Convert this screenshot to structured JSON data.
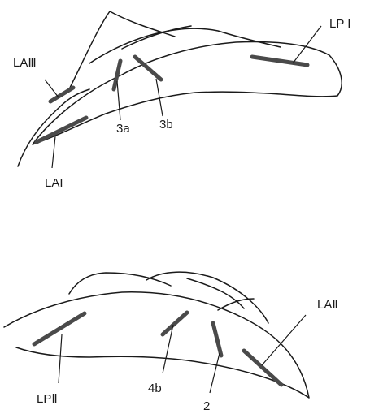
{
  "figure": {
    "top_labels": {
      "la_iii": "LAⅢ",
      "lp_i": "LP I",
      "3a": "3a",
      "3b": "3b",
      "la_i": "LAI"
    },
    "bottom_labels": {
      "la_ii": "LAⅡ",
      "lp_ii": "LPⅡ",
      "4b": "4b",
      "2": "2"
    }
  }
}
